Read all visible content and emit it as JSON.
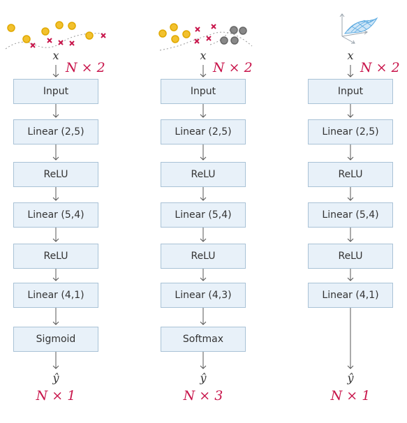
{
  "colors": {
    "accent": "#c8154b",
    "block_fill": "#e8f1f9",
    "block_border": "#a9c2d6",
    "dot_yellow": "#f2c12e",
    "dot_gray": "#888888",
    "mesh_blue": "#5aa9e0"
  },
  "columns": [
    {
      "illustration": "binary-classification-scatter-icon",
      "input_var": "x",
      "input_shape": "N × 2",
      "blocks": [
        "Input",
        "Linear (2,5)",
        "ReLU",
        "Linear (5,4)",
        "ReLU",
        "Linear (4,1)",
        "Sigmoid"
      ],
      "output_var": "ŷ",
      "output_shape": "N × 1"
    },
    {
      "illustration": "multiclass-classification-scatter-icon",
      "input_var": "x",
      "input_shape": "N × 2",
      "blocks": [
        "Input",
        "Linear (2,5)",
        "ReLU",
        "Linear (5,4)",
        "ReLU",
        "Linear (4,3)",
        "Softmax"
      ],
      "output_var": "ŷ",
      "output_shape": "N × 3"
    },
    {
      "illustration": "regression-surface-3d-icon",
      "input_var": "x",
      "input_shape": "N × 2",
      "blocks": [
        "Input",
        "Linear (2,5)",
        "ReLU",
        "Linear (5,4)",
        "ReLU",
        "Linear (4,1)"
      ],
      "output_var": "ŷ",
      "output_shape": "N × 1"
    }
  ]
}
